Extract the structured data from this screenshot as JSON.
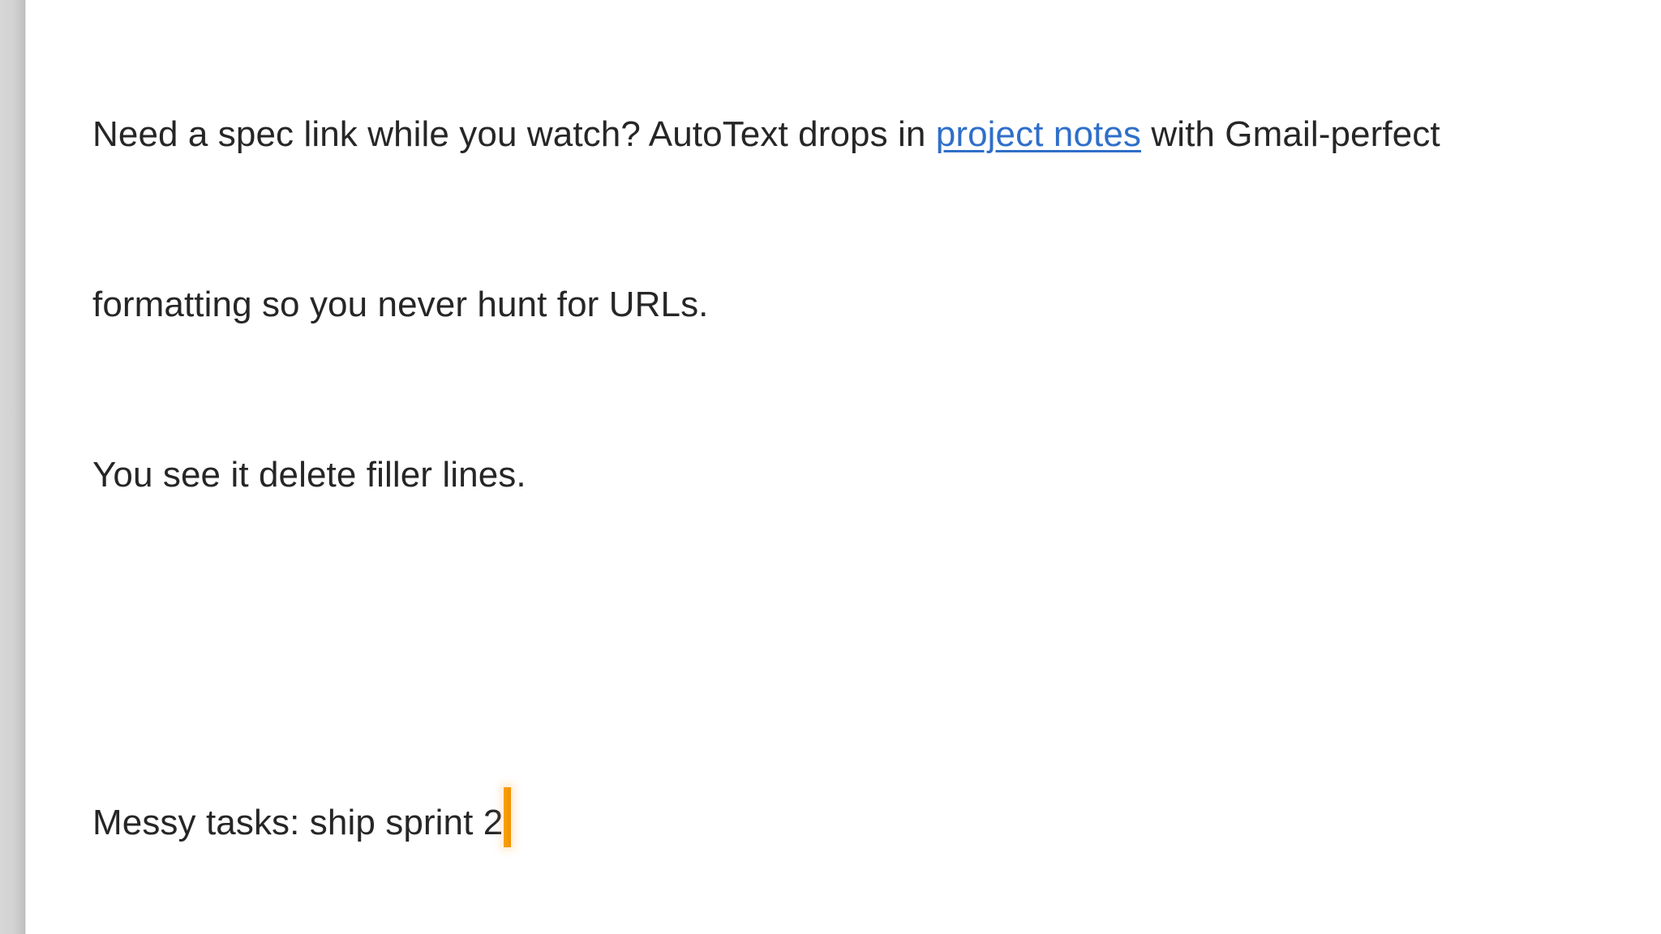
{
  "document": {
    "paragraph1": {
      "line1_before_link": "Need a spec link while you watch? AutoText drops in ",
      "link_text": "project notes",
      "line1_after_link": " with Gmail-perfect",
      "line2": "formatting so you never hunt for URLs."
    },
    "line3": "You see it delete filler lines.",
    "line4": "",
    "line5": "Messy tasks: ship sprint 2"
  },
  "colors": {
    "text": "#262626",
    "link": "#2f6fc9",
    "caret": "#f39200",
    "gutter": "#d2d2d2",
    "background": "#ffffff"
  },
  "caret": {
    "position": "end-of-line5"
  }
}
